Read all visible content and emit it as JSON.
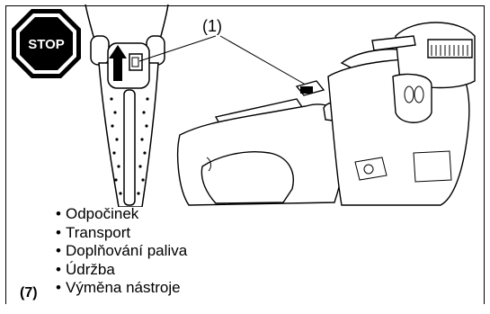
{
  "stop_sign": {
    "text": "STOP"
  },
  "callout_label": "(1)",
  "uses": [
    "Odpočinek",
    "Transport",
    "Doplňování paliva",
    "Údržba",
    "Výměna nástroje"
  ],
  "figure_number": "(7)"
}
